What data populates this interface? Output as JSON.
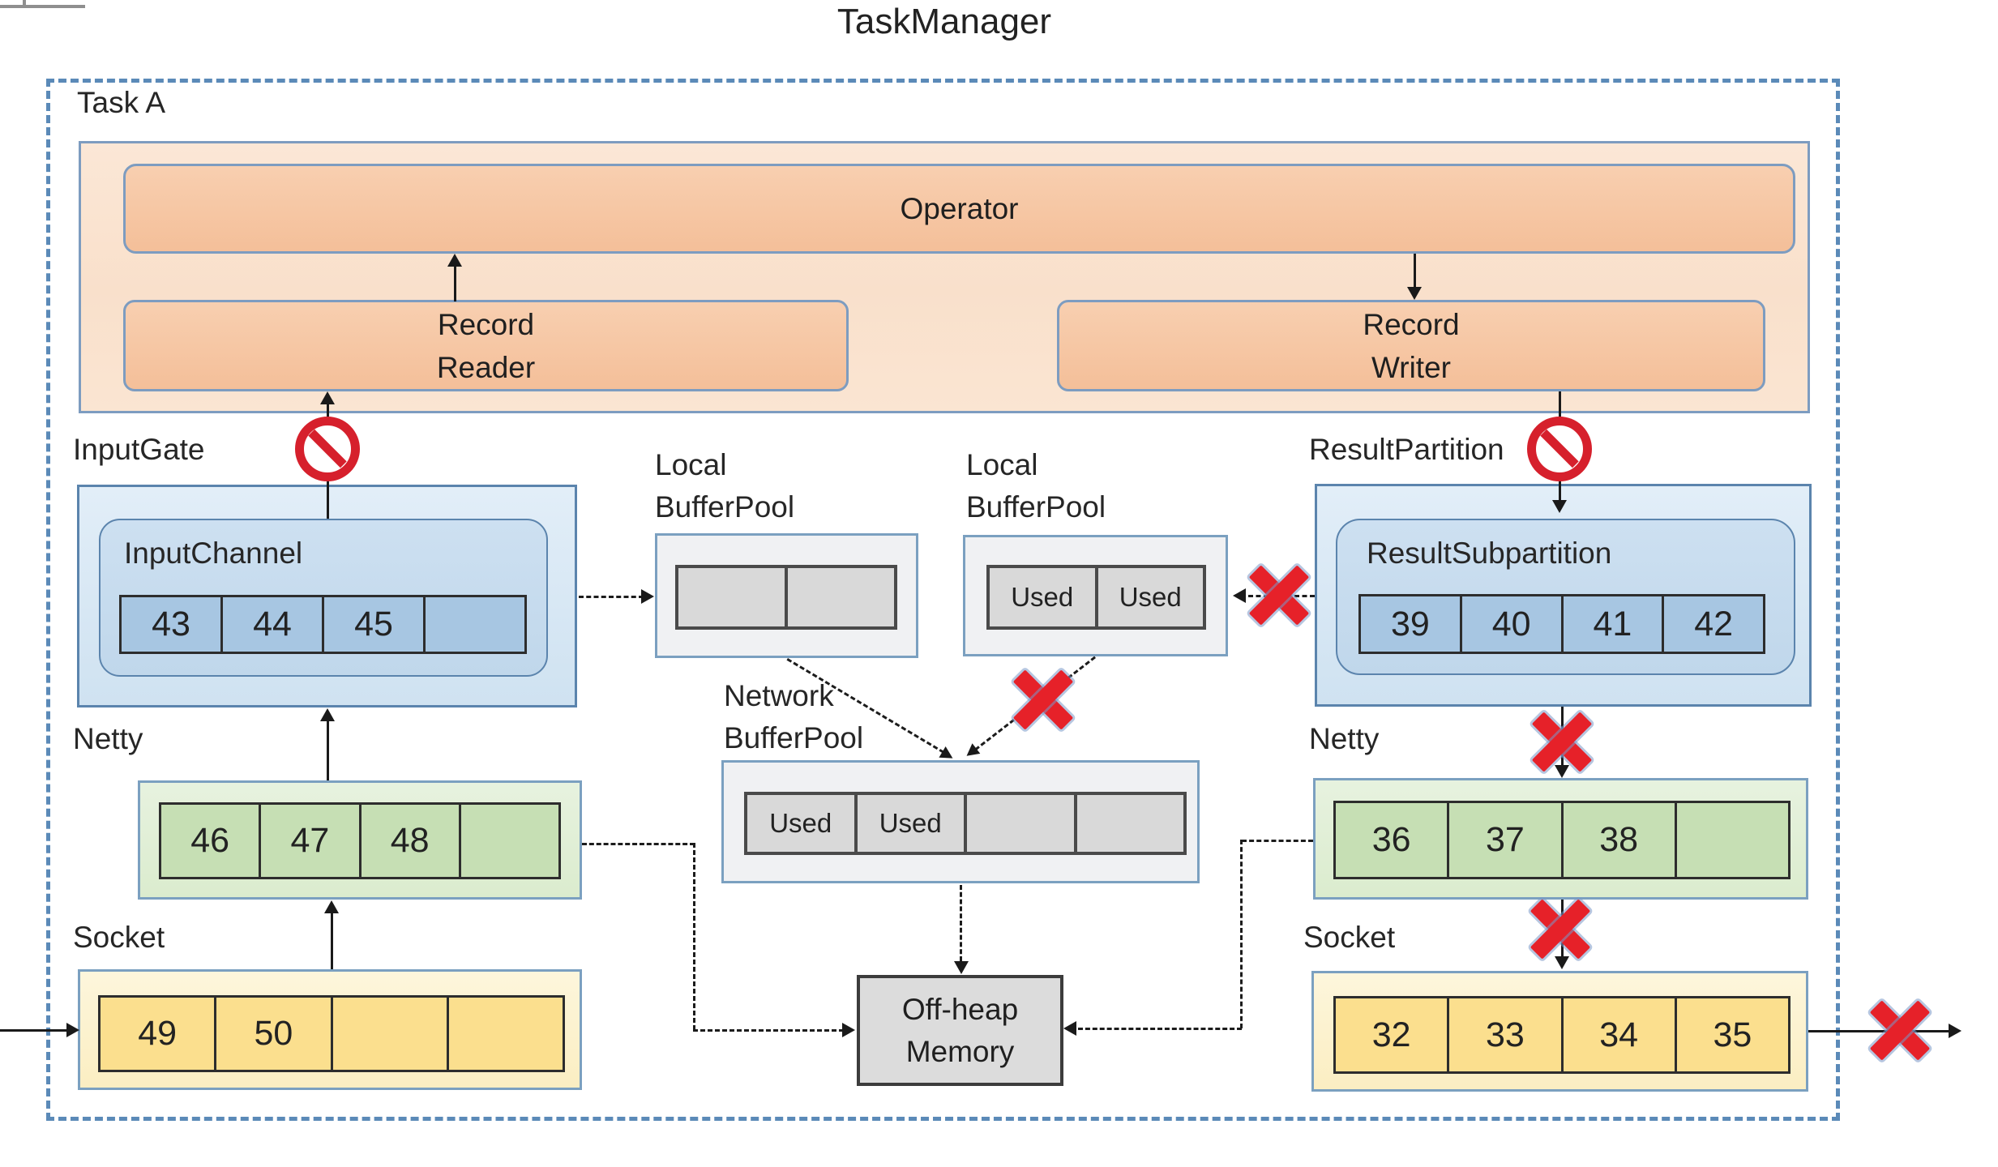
{
  "title": "TaskManager",
  "task": {
    "label": "Task A"
  },
  "operator": {
    "label": "Operator"
  },
  "record_reader": {
    "line1": "Record",
    "line2": "Reader"
  },
  "record_writer": {
    "line1": "Record",
    "line2": "Writer"
  },
  "input_gate": {
    "label": "InputGate",
    "channel_label": "InputChannel",
    "cells": [
      "43",
      "44",
      "45",
      ""
    ]
  },
  "result_partition": {
    "label": "ResultPartition",
    "sub_label": "ResultSubpartition",
    "cells": [
      "39",
      "40",
      "41",
      "42"
    ]
  },
  "local_buffer_pool_left": {
    "line1": "Local",
    "line2": "BufferPool",
    "cells": [
      "",
      ""
    ]
  },
  "local_buffer_pool_right": {
    "line1": "Local",
    "line2": "BufferPool",
    "cells": [
      "Used",
      "Used"
    ]
  },
  "network_buffer_pool": {
    "line1": "Network",
    "line2": "BufferPool",
    "cells": [
      "Used",
      "Used",
      "",
      ""
    ]
  },
  "netty_left": {
    "label": "Netty",
    "cells": [
      "46",
      "47",
      "48",
      ""
    ]
  },
  "netty_right": {
    "label": "Netty",
    "cells": [
      "36",
      "37",
      "38",
      ""
    ]
  },
  "socket_left": {
    "label": "Socket",
    "cells": [
      "49",
      "50",
      "",
      ""
    ]
  },
  "socket_right": {
    "label": "Socket",
    "cells": [
      "32",
      "33",
      "34",
      "35"
    ]
  },
  "off_heap": {
    "line1": "Off-heap",
    "line2": "Memory"
  },
  "colors": {
    "dashed_border": "#5b8ab8",
    "accent_red": "#e62129",
    "box_border_blue": "#7d9cc0"
  }
}
